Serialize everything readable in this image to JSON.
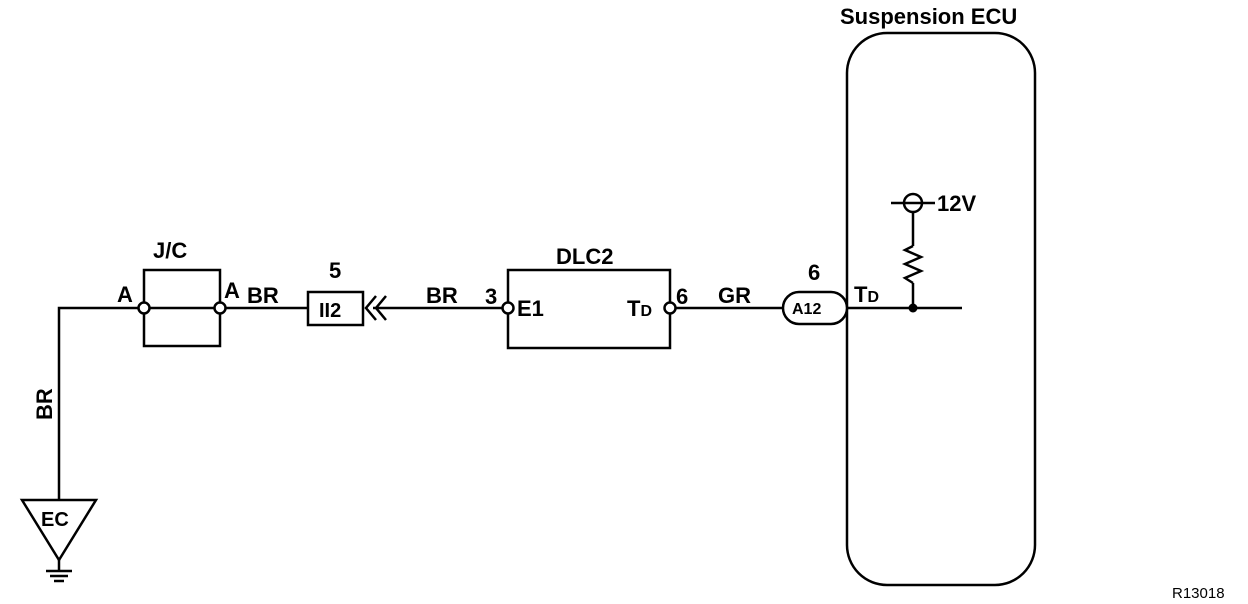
{
  "diagram": {
    "ecu": {
      "title": "Suspension ECU",
      "pin_label_main": "T",
      "pin_label_sub": "D",
      "supply": "12V"
    },
    "dlc2": {
      "title": "DLC2",
      "left_pin_num": "3",
      "left_pin_label": "E1",
      "right_pin_label_main": "T",
      "right_pin_label_sub": "D",
      "right_pin_num": "6"
    },
    "jc": {
      "title": "J/C",
      "left_pin": "A",
      "right_pin": "A"
    },
    "connector_ii2": {
      "label": "II2",
      "pin": "5"
    },
    "connector_a12": {
      "label": "A12",
      "pin": "6"
    },
    "wires": {
      "jc_out": "BR",
      "ii2_dlc": "BR",
      "dlc_a12": "GR",
      "ground": "BR"
    },
    "ground_point": {
      "label": "EC"
    },
    "figure_code": "R13018"
  }
}
